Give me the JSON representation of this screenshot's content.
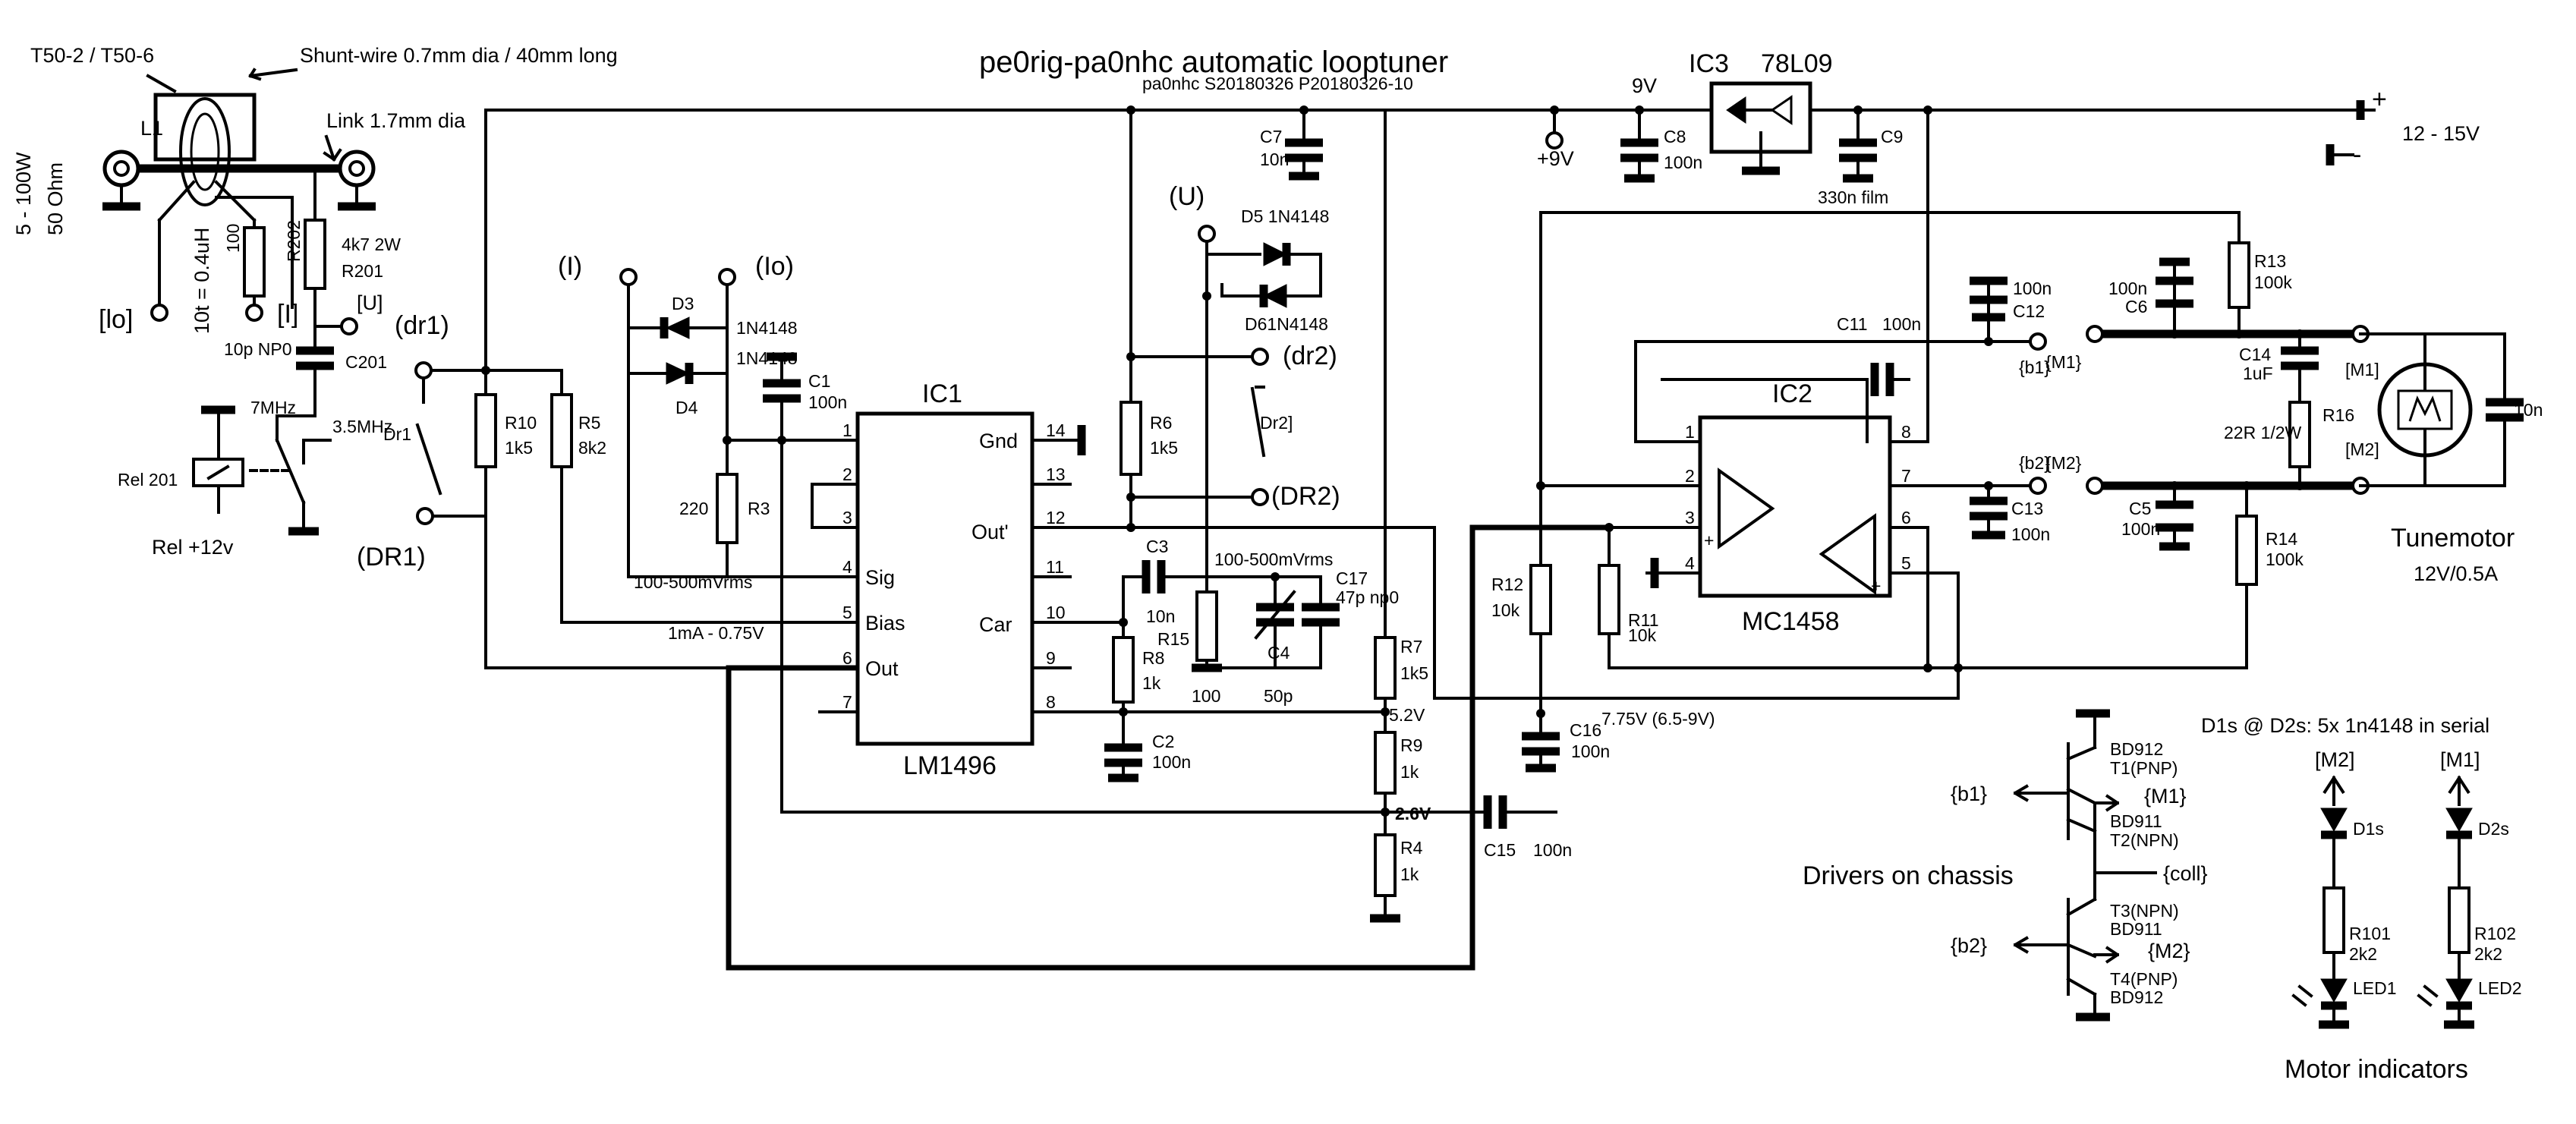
{
  "title": "pe0rig-pa0nhc automatic looptuner",
  "subtitle": "pa0nhc S20180326 P20180326-10",
  "input": {
    "core": "T50-2 / T50-6",
    "shunt": "Shunt-wire 0.7mm dia / 40mm long",
    "link": "Link 1.7mm dia",
    "l1": "L1",
    "power": "5 - 100W",
    "impedance": "50 Ohm",
    "turns": "10t = 0.4uH",
    "lo": "[lo]",
    "i": "[I]",
    "u": "[U]",
    "r202": "R202",
    "r202v": "100",
    "r201": "R201",
    "r201v": "4k7 2W",
    "c201": "C201",
    "c201v": "10p NP0",
    "f7": "7MHz",
    "f35": "3.5MHz",
    "rel": "Rel 201",
    "relsup": "Rel +12v"
  },
  "ic1": {
    "name": "IC1",
    "part": "LM1496",
    "pin_gnd": "Gnd",
    "pin_out2": "Out'",
    "pin_car": "Car",
    "pin_sig": "Sig",
    "pin_bias": "Bias",
    "pin_out": "Out",
    "pins_left": [
      "1",
      "2",
      "3",
      "4",
      "5",
      "6",
      "7"
    ],
    "pins_right": [
      "14",
      "13",
      "12",
      "11",
      "10",
      "9",
      "8"
    ]
  },
  "ic2": {
    "name": "IC2",
    "part": "MC1458",
    "pins_left": [
      "1",
      "2",
      "3",
      "4"
    ],
    "pins_right": [
      "8",
      "7",
      "6",
      "5"
    ]
  },
  "ic3": {
    "name": "IC3",
    "part": "78L09",
    "vout": "9V"
  },
  "labels": {
    "dr1": "(dr1)",
    "DR1": "(DR1)",
    "dr1sw": "Dr1",
    "dr2": "(dr2)",
    "DR2": "(DR2)",
    "dr2sw": "Dr2]",
    "I": "(I)",
    "Io": "(Io)",
    "U": "(U)",
    "sig_level": "100-500mVrms",
    "car_level": "100-500mVrms",
    "bias_current": "1mA - 0.75V",
    "v52": "5.2V",
    "v26": "2.6V",
    "v775": "7.75V (6.5-9V)",
    "plus9": "+9V",
    "supply": "12 - 15V",
    "plus": "+",
    "minus": "-",
    "b1": "{b1}",
    "b2": "{b2}",
    "M1": "{M1}",
    "M2": "{M2}",
    "M1b": "[M1]",
    "M2b": "[M2]",
    "coll": "{coll}"
  },
  "components": {
    "d3": "D3",
    "d4": "D4",
    "d3v": "1N4148",
    "d4v": "1N4148",
    "d5": "D5 1N4148",
    "d6": "D61N4148",
    "c1": "C1",
    "c1v": "100n",
    "r3": "R3",
    "r3v": "220",
    "r10": "R10",
    "r10v": "1k5",
    "r5": "R5",
    "r5v": "8k2",
    "r6": "R6",
    "r6v": "1k5",
    "c7": "C7",
    "c7v": "10n",
    "c3": "C3",
    "c3v": "10n",
    "r8": "R8",
    "r8v": "1k",
    "r15": "R15",
    "r15v": "100",
    "c4": "C4",
    "c4v": "50p",
    "c17": "C17",
    "c17v": "47p np0",
    "r7": "R7",
    "r7v": "1k5",
    "r9": "R9",
    "r9v": "1k",
    "r4": "R4",
    "r4v": "1k",
    "c2": "C2",
    "c2v": "100n",
    "c15": "C15",
    "c15v": "100n",
    "c16": "C16",
    "c16v": "100n",
    "c8": "C8",
    "c8v": "100n",
    "c9": "C9",
    "c9v": "330n film",
    "c11": "C11",
    "c11v": "100n",
    "c12": "C12",
    "c12v": "100n",
    "c13": "C13",
    "c13v": "100n",
    "r12": "R12",
    "r12v": "10k",
    "r11": "R11",
    "r11v": "10k",
    "c6": "C6",
    "c6v": "100n",
    "r13": "R13",
    "r13v": "100k",
    "c14": "C14",
    "c14v": "1uF",
    "r16": "R16",
    "r16v": "22R  1/2W",
    "c5": "C5",
    "c5v": "100n",
    "r14": "R14",
    "r14v": "100k",
    "mcap": "10n"
  },
  "motor": {
    "name": "Tunemotor",
    "spec": "12V/0.5A"
  },
  "drivers": {
    "caption": "Drivers on chassis",
    "t1": "BD912",
    "t1n": "T1(PNP)",
    "t2": "BD911",
    "t2n": "T2(NPN)",
    "t3": "T3(NPN)",
    "t3n": "BD911",
    "t4": "T4(PNP)",
    "t4n": "BD912"
  },
  "indicators": {
    "note": "D1s @ D2s: 5x 1n4148 in serial",
    "d1s": "D1s",
    "d2s": "D2s",
    "r101": "R101",
    "r101v": "2k2",
    "r102": "R102",
    "r102v": "2k2",
    "led1": "LED1",
    "led2": "LED2",
    "caption": "Motor indicators"
  }
}
